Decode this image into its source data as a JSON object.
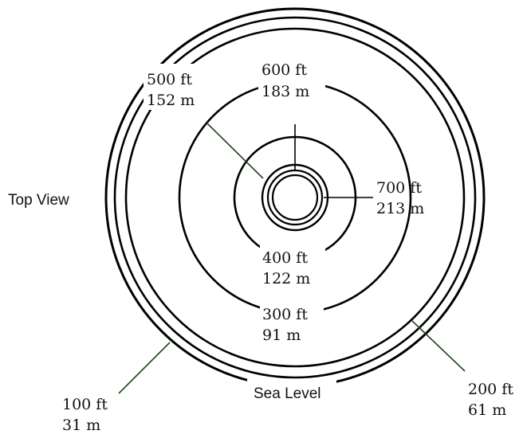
{
  "diagram": {
    "view_label": "Top View",
    "sea_level_label": "Sea Level",
    "contours": [
      {
        "key": "c100",
        "ft": "100 ft",
        "m": "31 m"
      },
      {
        "key": "c200",
        "ft": "200 ft",
        "m": "61 m"
      },
      {
        "key": "c300",
        "ft": "300 ft",
        "m": "91 m"
      },
      {
        "key": "c400",
        "ft": "400 ft",
        "m": "122 m"
      },
      {
        "key": "c500",
        "ft": "500 ft",
        "m": "152 m"
      },
      {
        "key": "c600",
        "ft": "600 ft",
        "m": "183 m"
      },
      {
        "key": "c700",
        "ft": "700 ft",
        "m": "213 m"
      }
    ]
  }
}
